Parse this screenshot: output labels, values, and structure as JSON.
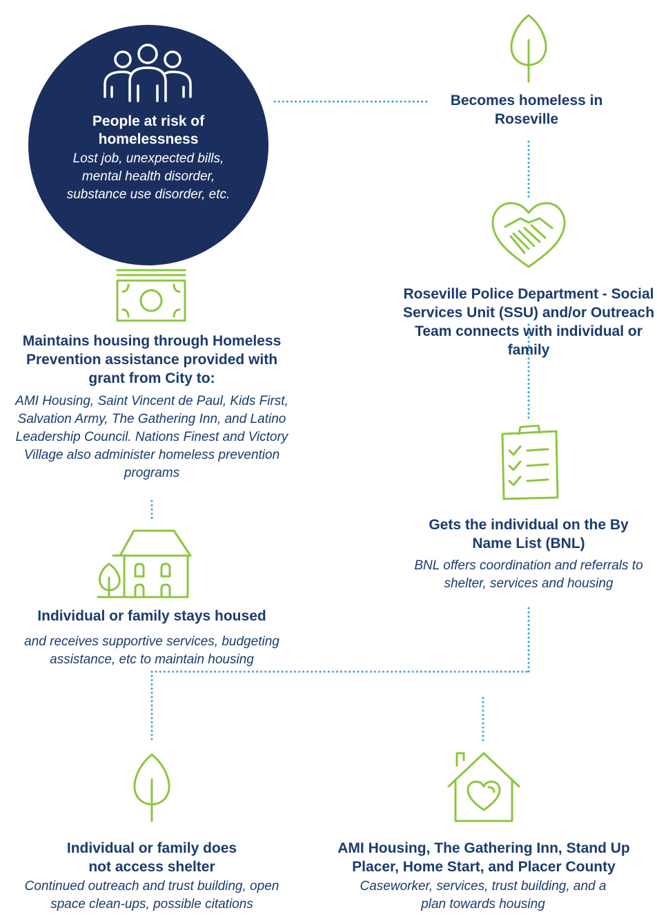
{
  "colors": {
    "navy": "#1b2f5e",
    "text_navy": "#1a3b6e",
    "icon_green": "#8cc63f",
    "connector_blue": "#3aa6dd"
  },
  "risk": {
    "title": "People at risk of homelessness",
    "description": "Lost job, unexpected bills, mental health disorder, substance use disorder, etc.",
    "icon": "people-group-icon"
  },
  "becomes_homeless": {
    "title": "Becomes homeless in Roseville",
    "icon": "tree-icon"
  },
  "police": {
    "title": "Roseville Police Department - Social Services Unit (SSU) and/or Outreach Team connects with individual or family",
    "icon": "heart-handshake-icon"
  },
  "bnl": {
    "title": "Gets the individual on the By Name List (BNL)",
    "description": "BNL offers coordination and referrals to shelter, services and housing",
    "icon": "clipboard-checklist-icon"
  },
  "prevention": {
    "title": "Maintains housing through Homeless Prevention assistance provided with grant from City to:",
    "description": "AMI Housing, Saint Vincent de Paul, Kids First, Salvation Army, The Gathering Inn, and Latino Leadership Council. Nations Finest and Victory Village also administer homeless prevention programs",
    "icon": "money-bill-icon"
  },
  "housed": {
    "title": "Individual or family stays housed",
    "description": "and receives supportive services, budgeting assistance, etc to maintain housing",
    "icon": "house-tree-icon"
  },
  "no_shelter": {
    "title": "Individual or family does not access shelter",
    "description": "Continued outreach and trust building, open space clean-ups, possible citations",
    "icon": "tree-icon"
  },
  "shelter": {
    "title": "AMI Housing, The Gathering Inn, Stand Up Placer, Home Start, and Placer County",
    "description": "Caseworker, services, trust building, and a plan towards housing",
    "icon": "house-heart-icon"
  }
}
